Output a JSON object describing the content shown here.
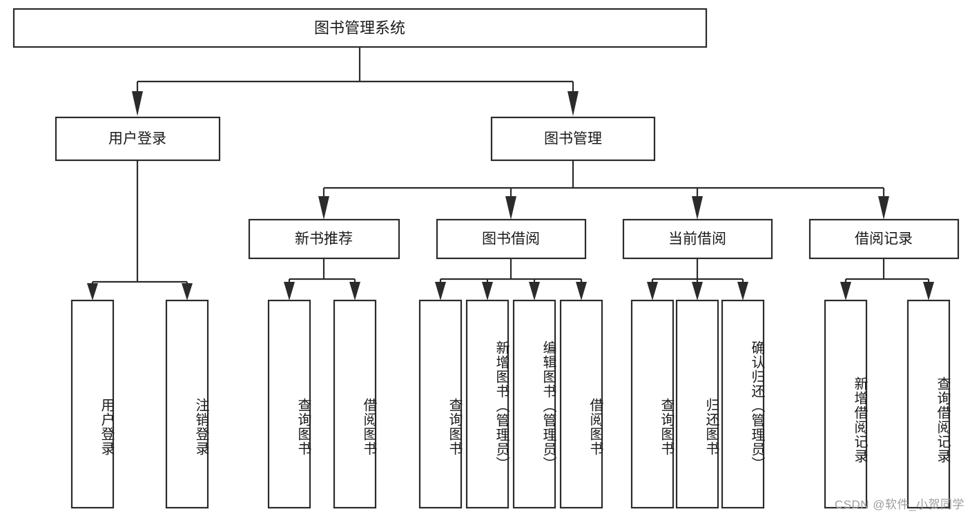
{
  "diagram": {
    "type": "tree-hierarchy-chart",
    "title": "图书管理系统",
    "watermark": "CSDN @软件_小贺同学",
    "colors": {
      "box_stroke": "#2b2b2b",
      "box_fill": "#ffffff",
      "text": "#1a1a1a",
      "background": "#ffffff",
      "watermark": "#9d9d9d"
    },
    "levels": {
      "root": "图书管理系统",
      "level2": [
        "用户登录",
        "图书管理"
      ],
      "level3": [
        "新书推荐",
        "图书借阅",
        "当前借阅",
        "借阅记录"
      ]
    },
    "nodes": {
      "root": {
        "label": "图书管理系统"
      },
      "user_login": {
        "label": "用户登录"
      },
      "book_manage": {
        "label": "图书管理"
      },
      "new_book_rec": {
        "label": "新书推荐"
      },
      "book_borrow": {
        "label": "图书借阅"
      },
      "current_borrow": {
        "label": "当前借阅"
      },
      "borrow_record": {
        "label": "借阅记录"
      }
    },
    "leaves": {
      "user_login": [
        {
          "label": "用户登录"
        },
        {
          "label": "注销登录"
        }
      ],
      "new_book_rec": [
        {
          "label": "查询图书"
        },
        {
          "label": "借阅图书"
        }
      ],
      "book_borrow": [
        {
          "label": "查询图书"
        },
        {
          "label": "新增图书（管理员）"
        },
        {
          "label": "编辑图书（管理员）"
        },
        {
          "label": "借阅图书"
        }
      ],
      "current_borrow": [
        {
          "label": "查询图书"
        },
        {
          "label": "归还图书"
        },
        {
          "label": "确认归还（管理员）"
        }
      ],
      "borrow_record": [
        {
          "label": "新增借阅记录"
        },
        {
          "label": "查询借阅记录"
        }
      ]
    },
    "edges": [
      {
        "from": "图书管理系统",
        "to": "用户登录"
      },
      {
        "from": "图书管理系统",
        "to": "图书管理"
      },
      {
        "from": "图书管理",
        "to": "新书推荐"
      },
      {
        "from": "图书管理",
        "to": "图书借阅"
      },
      {
        "from": "图书管理",
        "to": "当前借阅"
      },
      {
        "from": "图书管理",
        "to": "借阅记录"
      },
      {
        "from": "用户登录",
        "to": "用户登录"
      },
      {
        "from": "用户登录",
        "to": "注销登录"
      },
      {
        "from": "新书推荐",
        "to": "查询图书"
      },
      {
        "from": "新书推荐",
        "to": "借阅图书"
      },
      {
        "from": "图书借阅",
        "to": "查询图书"
      },
      {
        "from": "图书借阅",
        "to": "新增图书（管理员）"
      },
      {
        "from": "图书借阅",
        "to": "编辑图书（管理员）"
      },
      {
        "from": "图书借阅",
        "to": "借阅图书"
      },
      {
        "from": "当前借阅",
        "to": "查询图书"
      },
      {
        "from": "当前借阅",
        "to": "归还图书"
      },
      {
        "from": "当前借阅",
        "to": "确认归还（管理员）"
      },
      {
        "from": "借阅记录",
        "to": "新增借阅记录"
      },
      {
        "from": "借阅记录",
        "to": "查询借阅记录"
      }
    ]
  }
}
